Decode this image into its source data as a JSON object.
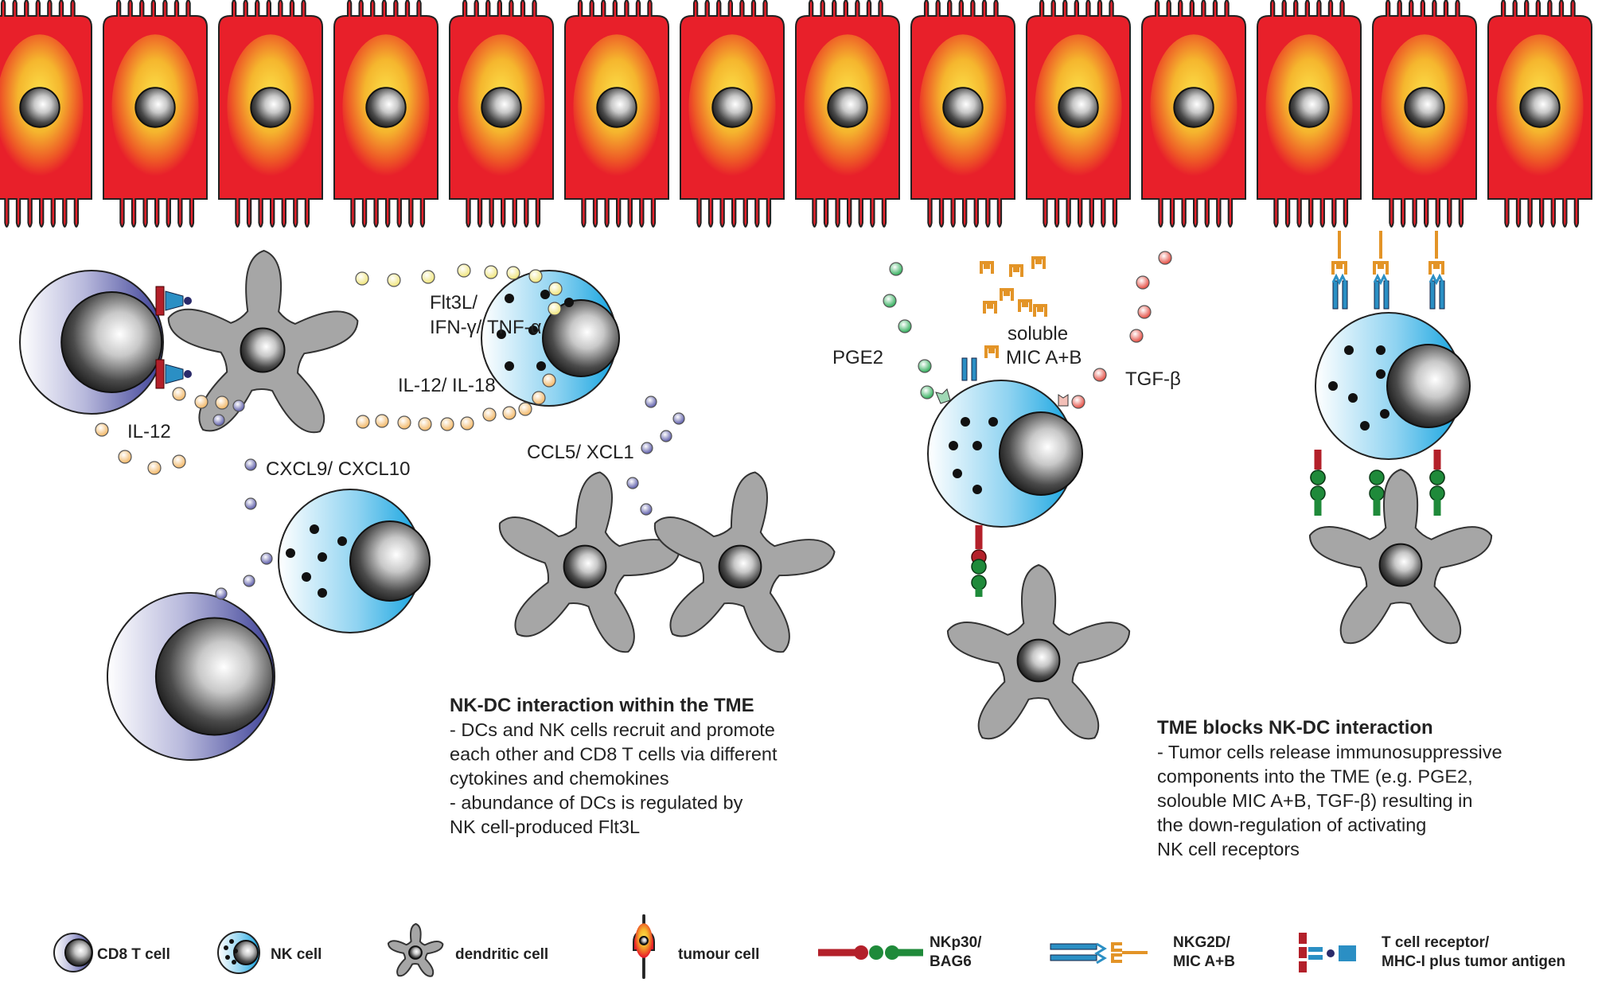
{
  "labels": {
    "flt3l": "Flt3L/",
    "ifn": "IFN-γ/ TNF-α",
    "il12_il18": "IL-12/ IL-18",
    "il12": "IL-12",
    "cxcl": "CXCL9/ CXCL10",
    "ccl5": "CCL5/ XCL1",
    "pge2": "PGE2",
    "soluble": "soluble",
    "mic": "MIC A+B",
    "tgfb": "TGF-β"
  },
  "panels": {
    "left": {
      "title": "NK-DC interaction within the TME",
      "lines": [
        "- DCs and NK cells recruit and promote",
        "each other and CD8 T cells via different",
        "cytokines and chemokines",
        "- abundance of DCs is regulated by",
        "NK cell-produced Flt3L"
      ]
    },
    "right": {
      "title": "TME blocks NK-DC interaction",
      "lines": [
        "- Tumor cells release immunosuppressive",
        "components into the TME (e.g. PGE2,",
        "solouble MIC A+B, TGF-β) resulting in",
        "the down-regulation of activating",
        "NK cell receptors"
      ]
    }
  },
  "legend": {
    "cd8": "CD8 T cell",
    "nk": "NK cell",
    "dc": "dendritic cell",
    "tumour": "tumour cell",
    "nkp30_1": "NKp30/",
    "nkp30_2": "BAG6",
    "nkg2d_1": "NKG2D/",
    "nkg2d_2": "MIC A+B",
    "tcr_1": "T cell receptor/",
    "tcr_2": "MHC-I plus tumor antigen"
  },
  "colors": {
    "tumour_outer": "#e8202a",
    "tumour_inner": "#f5b62e",
    "nk_cyan": "#1aa6e0",
    "cd8_purple": "#4a4ea0",
    "dc_gray": "#a6a6a6",
    "cytokine_yellow": "#f6ef9c",
    "cytokine_orange": "#f5c67d",
    "chemokine_purple": "#6a6ab6",
    "pge2_green": "#3dbb67",
    "tgfb_red": "#e8564b",
    "mic_orange": "#e39427",
    "nkp30_red": "#b3202a",
    "bag6_green": "#1f8a3a",
    "receptor_blue": "#2b8fc4"
  }
}
